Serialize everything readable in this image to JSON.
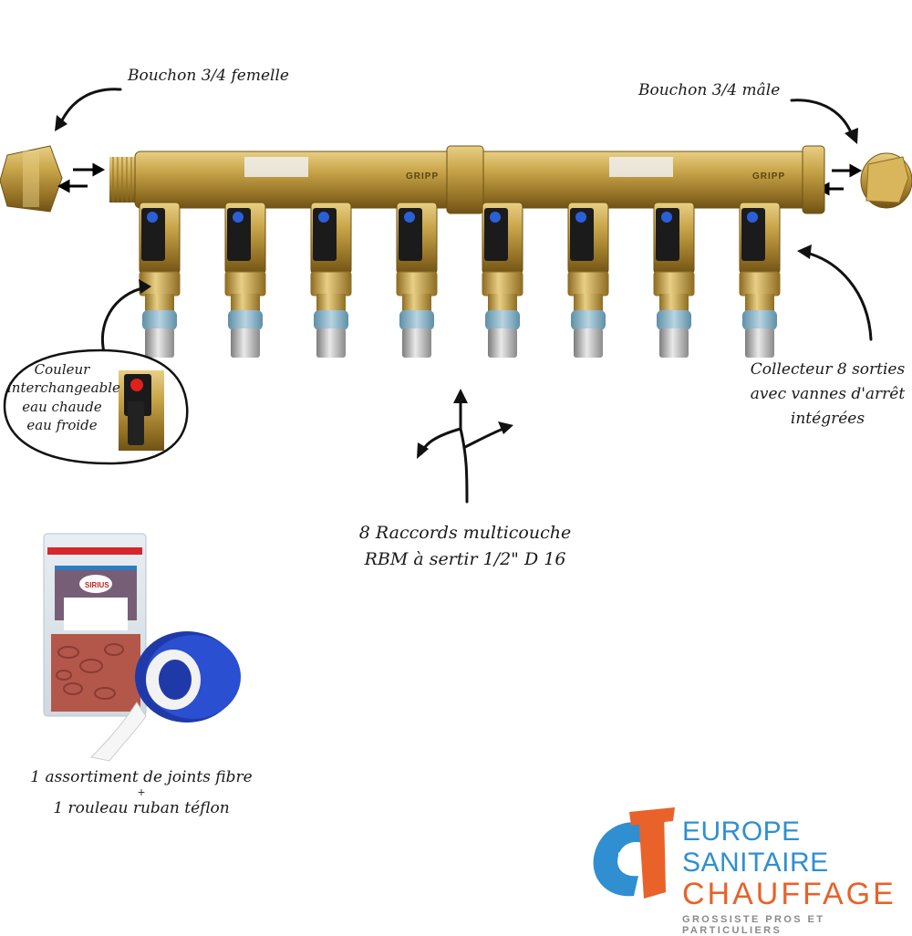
{
  "labels": {
    "cap_female": "Bouchon 3/4 femelle",
    "cap_male": "Bouchon 3/4 mâle",
    "color_line1": "Couleur",
    "color_line2": "interchangeable",
    "color_line3": "eau chaude",
    "color_line4": "eau froide",
    "collector_line1": "Collecteur 8 sorties",
    "collector_line2": "avec vannes d'arrêt",
    "collector_line3": "intégrées",
    "fittings_line1": "8 Raccords multicouche",
    "fittings_line2": "RBM à sertir 1/2\" D 16",
    "kit_line1": "1 assortiment de joints fibre",
    "kit_plus": "+",
    "kit_line2": "1 rouleau ruban téflon"
  },
  "manifold": {
    "brand_mark": "GRIPP",
    "outlets": 8,
    "handle_color": "#2b5fd8"
  },
  "brand": {
    "line1": "EUROPE SANITAIRE",
    "line2": "CHAUFFAGE",
    "line3": "GROSSISTE PROS ET PARTICULIERS",
    "color_blue": "#2f8fd0",
    "color_orange": "#e8622a",
    "color_grey": "#8a8a8a"
  },
  "colors": {
    "brass": "#c9a54a",
    "brass_dark": "#8f6d22",
    "brass_light": "#e8cf85"
  }
}
